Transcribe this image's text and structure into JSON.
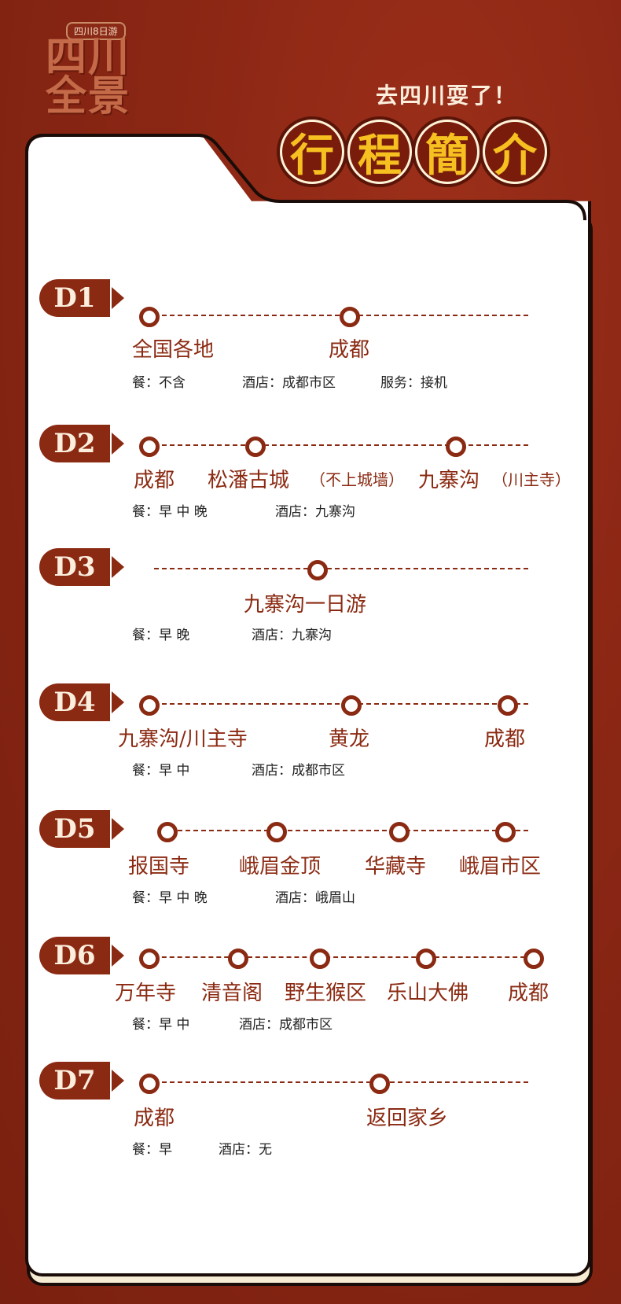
{
  "logo": {
    "badge": "四川8日游",
    "line1": "四川",
    "line2": "全景"
  },
  "tagline": "去四川耍了！",
  "title_chars": [
    "行",
    "程",
    "簡",
    "介"
  ],
  "days": [
    {
      "label": "D1",
      "places": [
        "全国各地",
        "成都"
      ],
      "meal": "餐：不含",
      "hotel": "酒店：成都市区",
      "service": "服务：接机"
    },
    {
      "label": "D2",
      "places": [
        "成都",
        "松潘古城",
        "（不上城墙）",
        "九寨沟",
        "（川主寺）"
      ],
      "meal": "餐：早 中 晚",
      "hotel": "酒店：九寨沟"
    },
    {
      "label": "D3",
      "places": [
        "九寨沟一日游"
      ],
      "meal": "餐：早 晚",
      "hotel": "酒店：九寨沟"
    },
    {
      "label": "D4",
      "places": [
        "九寨沟/川主寺",
        "黄龙",
        "成都"
      ],
      "meal": "餐：早 中",
      "hotel": "酒店：成都市区"
    },
    {
      "label": "D5",
      "places": [
        "报国寺",
        "峨眉金顶",
        "华藏寺",
        "峨眉市区"
      ],
      "meal": "餐：早 中 晚",
      "hotel": "酒店：峨眉山"
    },
    {
      "label": "D6",
      "places": [
        "万年寺",
        "清音阁",
        "野生猴区",
        "乐山大佛",
        "成都"
      ],
      "meal": "餐：早 中",
      "hotel": "酒店：成都市区"
    },
    {
      "label": "D7",
      "places": [
        "成都",
        "返回家乡"
      ],
      "meal": "餐：早",
      "hotel": "酒店：无"
    }
  ]
}
